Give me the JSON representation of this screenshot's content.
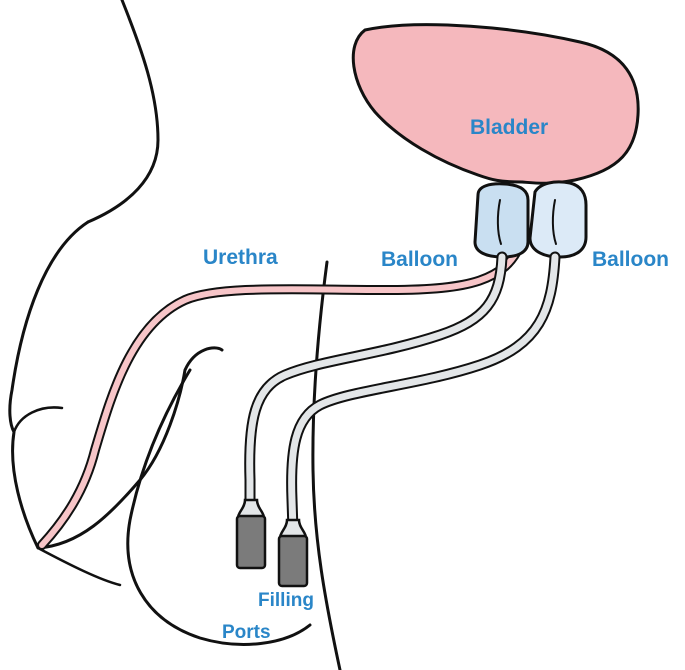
{
  "labels": {
    "bladder": "Bladder",
    "urethra": "Urethra",
    "balloon_left": "Balloon",
    "balloon_right": "Balloon",
    "filling": "Filling",
    "ports": "Ports"
  },
  "colors": {
    "label": "#2a86c8",
    "bladder_fill": "#f5b8bd",
    "urethra_fill": "#f7c5c8",
    "balloon_fill": "#c9dff1",
    "balloon_right_fill": "#dceaf7",
    "tube_fill": "#e3e6e8",
    "port_fill": "#7b7b7b",
    "outline": "#111111"
  }
}
